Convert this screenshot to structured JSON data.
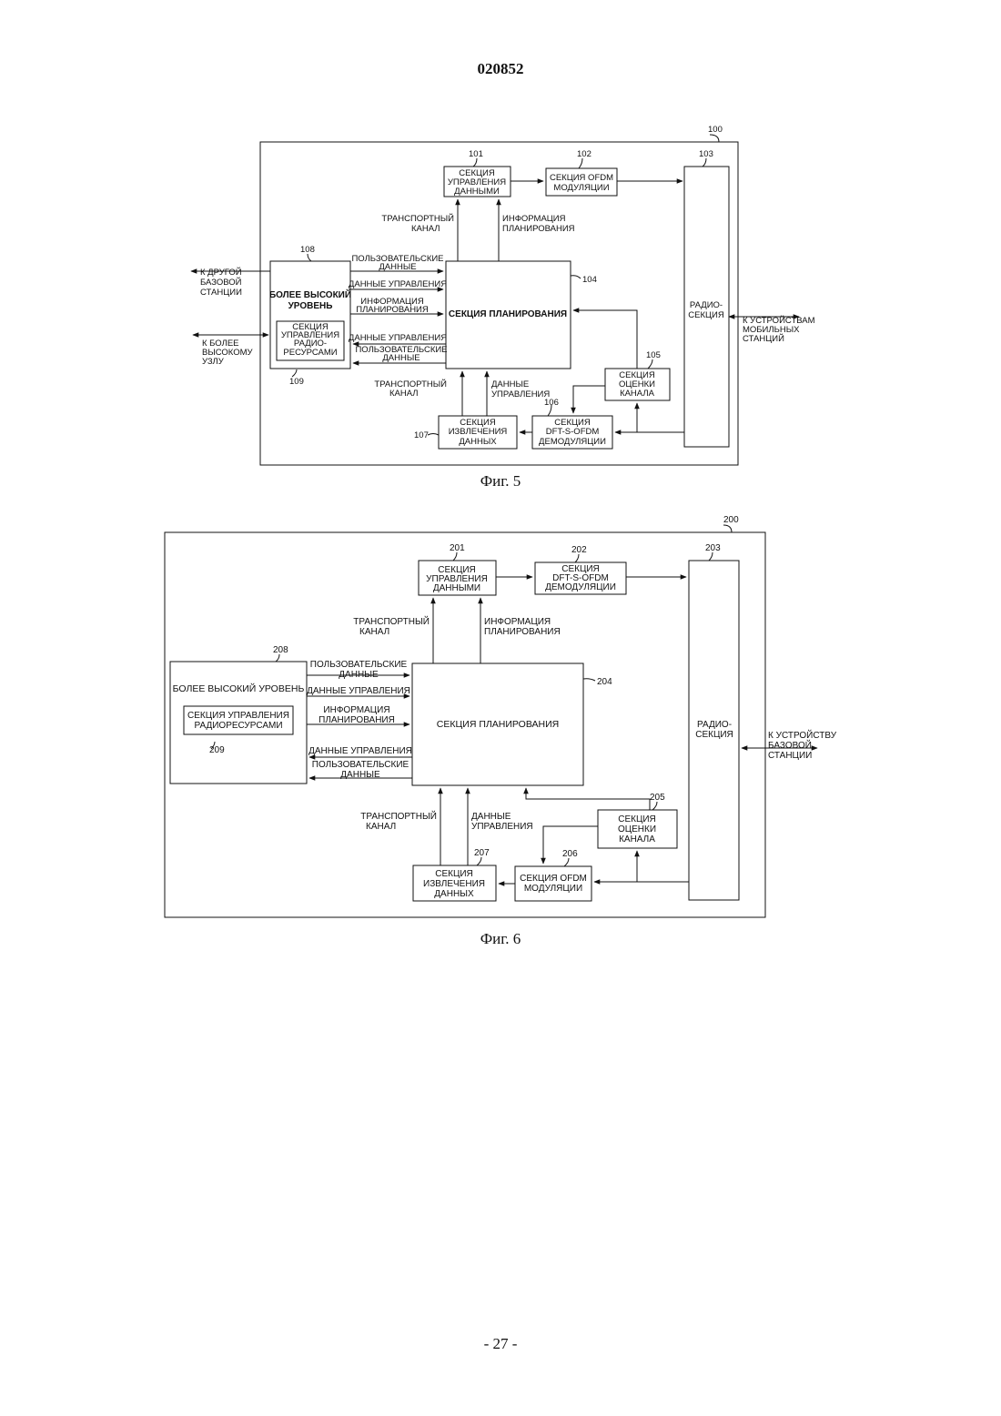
{
  "header": {
    "doc_number": "020852"
  },
  "fig5": {
    "caption": "Фиг. 5",
    "ref_device": "100",
    "data_ctrl": {
      "ref": "101",
      "l1": "СЕКЦИЯ",
      "l2": "УПРАВЛЕНИЯ",
      "l3": "ДАННЫМИ"
    },
    "ofdm_mod": {
      "ref": "102",
      "l1": "СЕКЦИЯ OFDM",
      "l2": "МОДУЛЯЦИИ"
    },
    "radio": {
      "ref": "103",
      "l1": "РАДИО-",
      "l2": "СЕКЦИЯ"
    },
    "scheduler": {
      "ref": "104",
      "label": "СЕКЦИЯ ПЛАНИРОВАНИЯ"
    },
    "chan_est": {
      "ref": "105",
      "l1": "СЕКЦИЯ",
      "l2": "ОЦЕНКИ",
      "l3": "КАНАЛА"
    },
    "demod": {
      "ref": "106",
      "l1": "СЕКЦИЯ",
      "l2": "DFT-S-OFDM",
      "l3": "ДЕМОДУЛЯЦИИ"
    },
    "extract": {
      "ref": "107",
      "l1": "СЕКЦИЯ",
      "l2": "ИЗВЛЕЧЕНИЯ",
      "l3": "ДАННЫХ"
    },
    "higher": {
      "ref": "108",
      "l1": "БОЛЕЕ ВЫСОКИЙ",
      "l2": "УРОВЕНЬ"
    },
    "rrc": {
      "ref": "109",
      "l1": "СЕКЦИЯ",
      "l2": "УПРАВЛЕНИЯ",
      "l3": "РАДИО-",
      "l4": "РЕСУРСАМИ"
    },
    "labels": {
      "transport_top_1": "ТРАНСПОРТНЫЙ",
      "transport_top_2": "КАНАЛ",
      "sched_info_top_1": "ИНФОРМАЦИЯ",
      "sched_info_top_2": "ПЛАНИРОВАНИЯ",
      "user_data_1": "ПОЛЬЗОВАТЕЛЬСКИЕ",
      "user_data_2": "ДАННЫЕ",
      "ctrl_data": "ДАННЫЕ УПРАВЛЕНИЯ",
      "sched_info_1": "ИНФОРМАЦИЯ",
      "sched_info_2": "ПЛАНИРОВАНИЯ",
      "ctrl_data_back": "ДАННЫЕ УПРАВЛЕНИЯ",
      "user_data_back_1": "ПОЛЬЗОВАТЕЛЬСКИЕ",
      "user_data_back_2": "ДАННЫЕ",
      "transport_bot_1": "ТРАНСПОРТНЫЙ",
      "transport_bot_2": "КАНАЛ",
      "ctrl_bot_1": "ДАННЫЕ",
      "ctrl_bot_2": "УПРАВЛЕНИЯ",
      "to_other_bs_1": "К ДРУГОЙ",
      "to_other_bs_2": "БАЗОВОЙ",
      "to_other_bs_3": "СТАНЦИИ",
      "to_upper_1": "К БОЛЕЕ",
      "to_upper_2": "ВЫСОКОМУ",
      "to_upper_3": "УЗЛУ",
      "to_mobile_1": "К УСТРОЙСТВАМ",
      "to_mobile_2": "МОБИЛЬНЫХ",
      "to_mobile_3": "СТАНЦИЙ"
    }
  },
  "fig6": {
    "caption": "Фиг. 6",
    "ref_device": "200",
    "data_ctrl": {
      "ref": "201",
      "l1": "СЕКЦИЯ",
      "l2": "УПРАВЛЕНИЯ",
      "l3": "ДАННЫМИ"
    },
    "dft_demod": {
      "ref": "202",
      "l1": "СЕКЦИЯ",
      "l2": "DFT-S-OFDM",
      "l3": "ДЕМОДУЛЯЦИИ"
    },
    "radio": {
      "ref": "203",
      "l1": "РАДИО-",
      "l2": "СЕКЦИЯ"
    },
    "scheduler": {
      "ref": "204",
      "label": "СЕКЦИЯ ПЛАНИРОВАНИЯ"
    },
    "chan_est": {
      "ref": "205",
      "l1": "СЕКЦИЯ",
      "l2": "ОЦЕНКИ",
      "l3": "КАНАЛА"
    },
    "ofdm": {
      "ref": "206",
      "l1": "СЕКЦИЯ OFDM",
      "l2": "МОДУЛЯЦИИ"
    },
    "extract": {
      "ref": "207",
      "l1": "СЕКЦИЯ",
      "l2": "ИЗВЛЕЧЕНИЯ",
      "l3": "ДАННЫХ"
    },
    "higher": {
      "ref": "208",
      "label": "БОЛЕЕ ВЫСОКИЙ УРОВЕНЬ"
    },
    "rrc": {
      "ref": "209",
      "l1": "СЕКЦИЯ УПРАВЛЕНИЯ",
      "l2": "РАДИОРЕСУРСАМИ"
    },
    "labels": {
      "transport_top_1": "ТРАНСПОРТНЫЙ",
      "transport_top_2": "КАНАЛ",
      "sched_info_top_1": "ИНФОРМАЦИЯ",
      "sched_info_top_2": "ПЛАНИРОВАНИЯ",
      "user_data_1": "ПОЛЬЗОВАТЕЛЬСКИЕ",
      "user_data_2": "ДАННЫЕ",
      "ctrl_data": "ДАННЫЕ УПРАВЛЕНИЯ",
      "sched_info_1": "ИНФОРМАЦИЯ",
      "sched_info_2": "ПЛАНИРОВАНИЯ",
      "ctrl_data_back": "ДАННЫЕ УПРАВЛЕНИЯ",
      "user_data_back_1": "ПОЛЬЗОВАТЕЛЬСКИЕ",
      "user_data_back_2": "ДАННЫЕ",
      "transport_bot_1": "ТРАНСПОРТНЫЙ",
      "transport_bot_2": "КАНАЛ",
      "ctrl_bot_1": "ДАННЫЕ",
      "ctrl_bot_2": "УПРАВЛЕНИЯ",
      "to_bs_1": "К УСТРОЙСТВУ",
      "to_bs_2": "БАЗОВОЙ",
      "to_bs_3": "СТАНЦИИ"
    }
  },
  "footer": {
    "page_number": "- 27 -"
  }
}
